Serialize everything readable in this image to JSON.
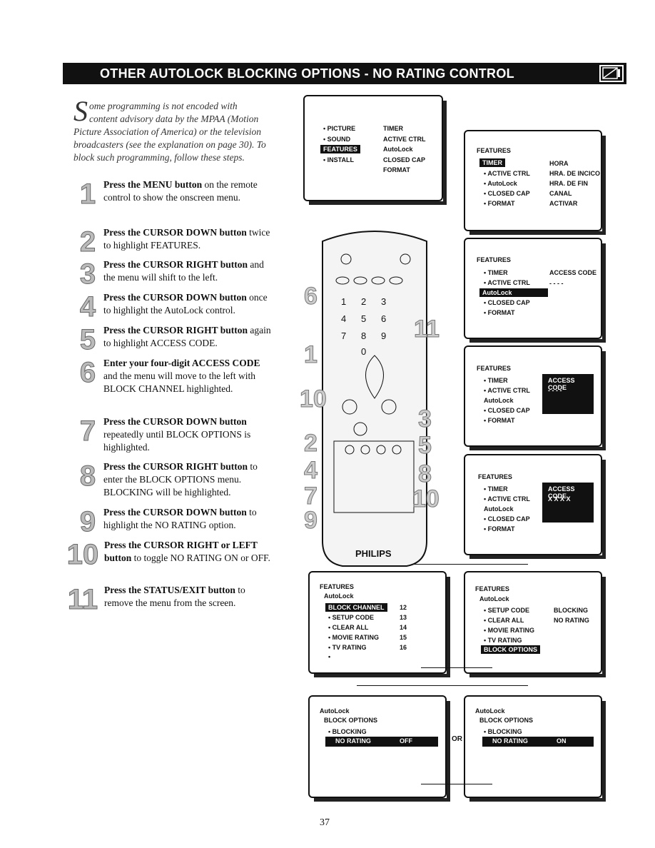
{
  "banner": {
    "title": "OTHER AUTOLOCK BLOCKING OPTIONS - NO RATING CONTROL"
  },
  "intro": {
    "dropcap": "S",
    "text": "ome programming is not encoded with content advisory data by the MPAA (Motion Picture Association of America) or the television broadcasters (see the explanation on page 30). To block such programming, follow these steps."
  },
  "steps": [
    {
      "num": "1",
      "bold": "Press the MENU button",
      "rest": " on the remote control to show the onscreen menu."
    },
    {
      "num": "2",
      "bold": "Press the CURSOR DOWN button",
      "rest": " twice to highlight FEATURES."
    },
    {
      "num": "3",
      "bold": "Press the CURSOR RIGHT button",
      "rest": " and the menu will shift to the left."
    },
    {
      "num": "4",
      "bold": "Press the CURSOR DOWN button",
      "rest": " once to highlight the AutoLock control."
    },
    {
      "num": "5",
      "bold": "Press the CURSOR RIGHT button",
      "rest": " again to highlight ACCESS CODE."
    },
    {
      "num": "6",
      "bold": "Enter your four-digit ACCESS CODE",
      "rest": " and the menu will move to the left with BLOCK CHANNEL highlighted."
    },
    {
      "num": "7",
      "bold": "Press the CURSOR DOWN button",
      "rest": " repeatedly until BLOCK OPTIONS is highlighted."
    },
    {
      "num": "8",
      "bold": "Press the CURSOR RIGHT button",
      "rest": " to enter the BLOCK OPTIONS menu. BLOCKING will be highlighted."
    },
    {
      "num": "9",
      "bold": "Press the CURSOR DOWN button",
      "rest": " to highlight the NO RATING option."
    },
    {
      "num": "10",
      "bold": "Press the CURSOR RIGHT or LEFT button",
      "rest": " to toggle NO RATING ON or OFF."
    },
    {
      "num": "11",
      "bold": "Press the STATUS/EXIT button",
      "rest": " to remove the menu from the screen."
    }
  ],
  "screens": {
    "s1": {
      "left": [
        "• PICTURE",
        "• SOUND",
        "FEATURES",
        "• INSTALL"
      ],
      "right": [
        "TIMER",
        "ACTIVE CTRL",
        "AutoLock",
        "CLOSED CAP",
        "FORMAT"
      ]
    },
    "s2": {
      "title": "FEATURES",
      "left": [
        "TIMER",
        "• ACTIVE CTRL",
        "• AutoLock",
        "• CLOSED CAP",
        "• FORMAT"
      ],
      "right": [
        "HORA",
        "HRA. DE INCICO",
        "HRA. DE FIN",
        "CANAL",
        "ACTIVAR"
      ]
    },
    "s3": {
      "title": "FEATURES",
      "left": [
        "• TIMER",
        "• ACTIVE CTRL",
        "AutoLock",
        "• CLOSED CAP",
        "• FORMAT"
      ],
      "right": [
        "ACCESS CODE",
        "- - - -"
      ]
    },
    "s4": {
      "title": "FEATURES",
      "left": [
        "• TIMER",
        "• ACTIVE CTRL",
        "AutoLock",
        "• CLOSED CAP",
        "• FORMAT"
      ],
      "box": [
        "ACCESS CODE",
        "- - - -"
      ]
    },
    "s5": {
      "title": "FEATURES",
      "left": [
        "• TIMER",
        "• ACTIVE CTRL",
        "AutoLock",
        "• CLOSED CAP",
        "• FORMAT"
      ],
      "box": [
        "ACCESS CODE",
        "X X X X"
      ]
    },
    "s6": {
      "title": "FEATURES",
      "sub": "AutoLock",
      "left": [
        "BLOCK CHANNEL",
        "• SETUP CODE",
        "• CLEAR ALL",
        "• MOVIE RATING",
        "• TV RATING",
        "•"
      ],
      "right": [
        "12",
        "13",
        "14",
        "15",
        "16"
      ]
    },
    "s7": {
      "title": "FEATURES",
      "sub": "AutoLock",
      "left": [
        "• SETUP CODE",
        "• CLEAR ALL",
        "• MOVIE RATING",
        "• TV RATING",
        "BLOCK OPTIONS"
      ],
      "right": [
        "BLOCKING",
        "NO RATING"
      ]
    },
    "s8": {
      "title": "AutoLock",
      "sub": "BLOCK OPTIONS",
      "left": [
        "• BLOCKING",
        "NO RATING"
      ],
      "value": "OFF"
    },
    "s9": {
      "title": "AutoLock",
      "sub": "BLOCK OPTIONS",
      "left": [
        "• BLOCKING",
        "NO RATING"
      ],
      "value": "ON"
    }
  },
  "remote": {
    "brand": "PHILIPS",
    "keys": [
      "1",
      "2",
      "3",
      "4",
      "5",
      "6",
      "7",
      "8",
      "9",
      "0"
    ],
    "callouts": [
      "6",
      "11",
      "1",
      "10",
      "2",
      "4",
      "7",
      "9",
      "3",
      "5",
      "8",
      "10"
    ]
  },
  "or_label": "OR",
  "page_number": "37"
}
